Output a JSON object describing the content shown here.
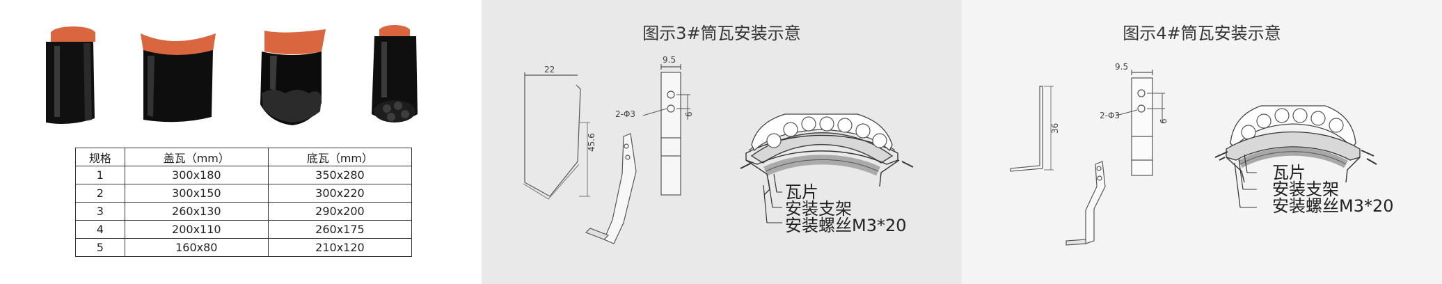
{
  "spec_table": {
    "headers": [
      "规格",
      "盖瓦（mm）",
      "底瓦（mm）"
    ],
    "rows": [
      [
        "1",
        "300x180",
        "350x280"
      ],
      [
        "2",
        "300x150",
        "300x220"
      ],
      [
        "3",
        "260x130",
        "290x200"
      ],
      [
        "4",
        "200x110",
        "260x175"
      ],
      [
        "5",
        "160x80",
        "210x120"
      ]
    ]
  },
  "diagram3": {
    "title": "图示3#筒瓦安装示意",
    "dim_width": "22",
    "dim_height": "45.6",
    "dim_top": "9.5",
    "dim_holes": "2-Φ3",
    "dim_spacing": "6",
    "label_tile": "瓦片",
    "label_bracket": "安装支架",
    "label_screw": "安装螺丝M3*20"
  },
  "diagram4": {
    "title": "图示4#筒瓦安装示意",
    "dim_height": "36",
    "dim_top": "9.5",
    "dim_holes": "2-Φ3",
    "dim_spacing": "6",
    "label_tile": "瓦片",
    "label_bracket": "安装支架",
    "label_screw": "安装螺丝M3*20"
  },
  "colors": {
    "tile_black": "#101010",
    "tile_orange": "#d9663f",
    "panel_mid_bg": "#e9e9e9",
    "panel_right_bg": "#f4f4f4"
  }
}
